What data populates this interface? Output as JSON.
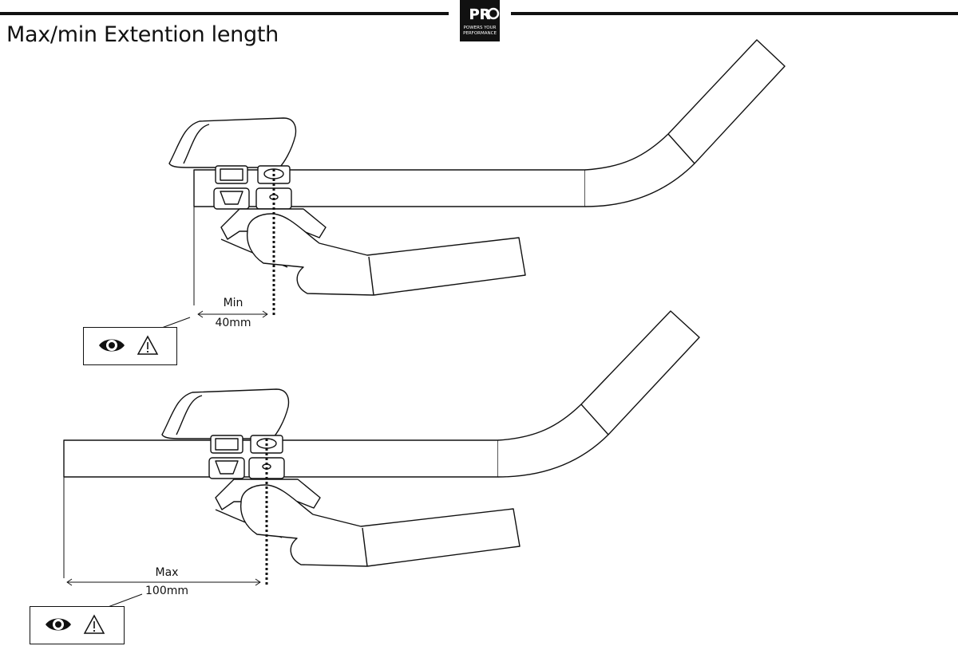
{
  "header": {
    "title": "Max/min Extention length",
    "logo_mark": "PRO",
    "logo_tagline_1": "POWERS YOUR",
    "logo_tagline_2": "PERFORMANCE"
  },
  "figures": [
    {
      "name": "minimum-extension",
      "dimension_label": "Min",
      "dimension_value": "40mm",
      "callout_icons": [
        "eye-icon",
        "warning-icon"
      ]
    },
    {
      "name": "maximum-extension",
      "dimension_label": "Max",
      "dimension_value": "100mm",
      "callout_icons": [
        "eye-icon",
        "warning-icon"
      ]
    }
  ],
  "colors": {
    "line": "#111111",
    "background": "#ffffff"
  }
}
